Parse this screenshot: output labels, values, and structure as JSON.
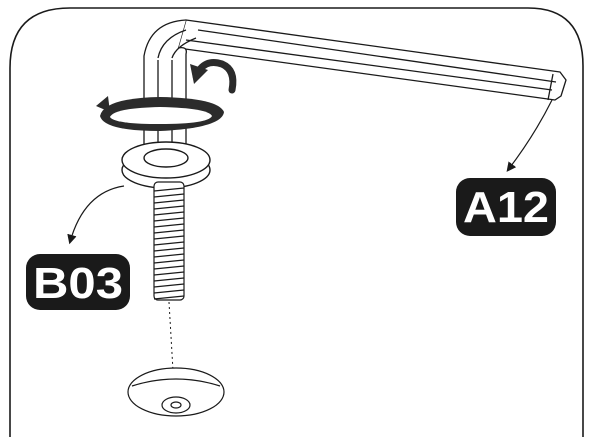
{
  "diagram": {
    "parts": [
      {
        "id": "hex_key",
        "label": "A12"
      },
      {
        "id": "bolt",
        "label": "B03"
      }
    ],
    "actions": [
      {
        "name": "rotate",
        "direction": "clockwise"
      }
    ],
    "colors": {
      "badge_fill": "#1a1a1a",
      "badge_text": "#ffffff",
      "line": "#1a1a1a",
      "frame": "#1a1a1a",
      "background": "#ffffff"
    },
    "icons": [
      "rotate-arrow-icon",
      "rotate-ring-icon",
      "leader-arrow-icon"
    ]
  }
}
